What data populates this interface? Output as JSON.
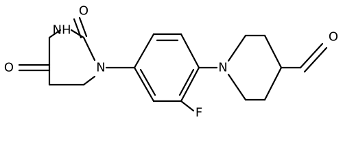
{
  "atoms": {
    "o_top": "O",
    "nh": "NH",
    "o_left": "O",
    "n_left": "N",
    "f": "F",
    "n_right": "N",
    "o_ald": "O"
  },
  "colors": {
    "bond": "#000000",
    "background": "#ffffff"
  }
}
